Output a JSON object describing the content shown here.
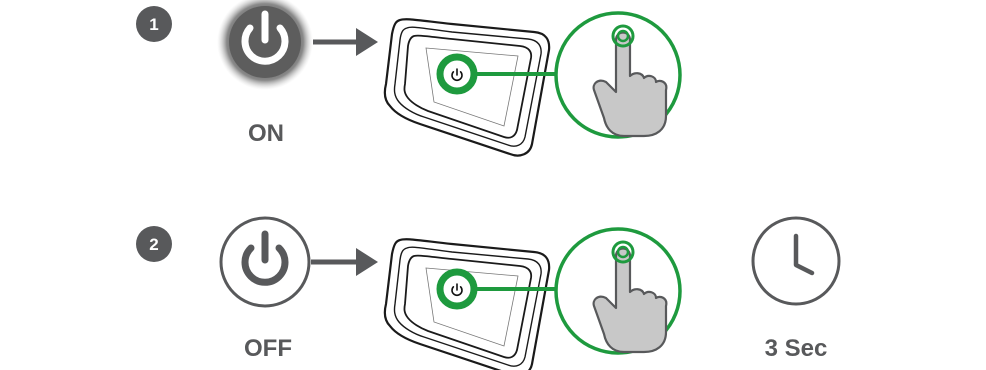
{
  "steps": [
    {
      "number": "1",
      "state_label": "ON",
      "power_icon": "power-on-glow-icon"
    },
    {
      "number": "2",
      "state_label": "OFF",
      "power_icon": "power-off-outline-icon",
      "duration_label": "3 Sec",
      "duration_icon": "clock-icon"
    }
  ],
  "colors": {
    "accent_green": "#1e9a3e",
    "gray_dark": "#58595b",
    "gray_mid": "#6d6e71",
    "finger_fill": "#c8c8c8",
    "device_outline": "#1a1a1a"
  }
}
